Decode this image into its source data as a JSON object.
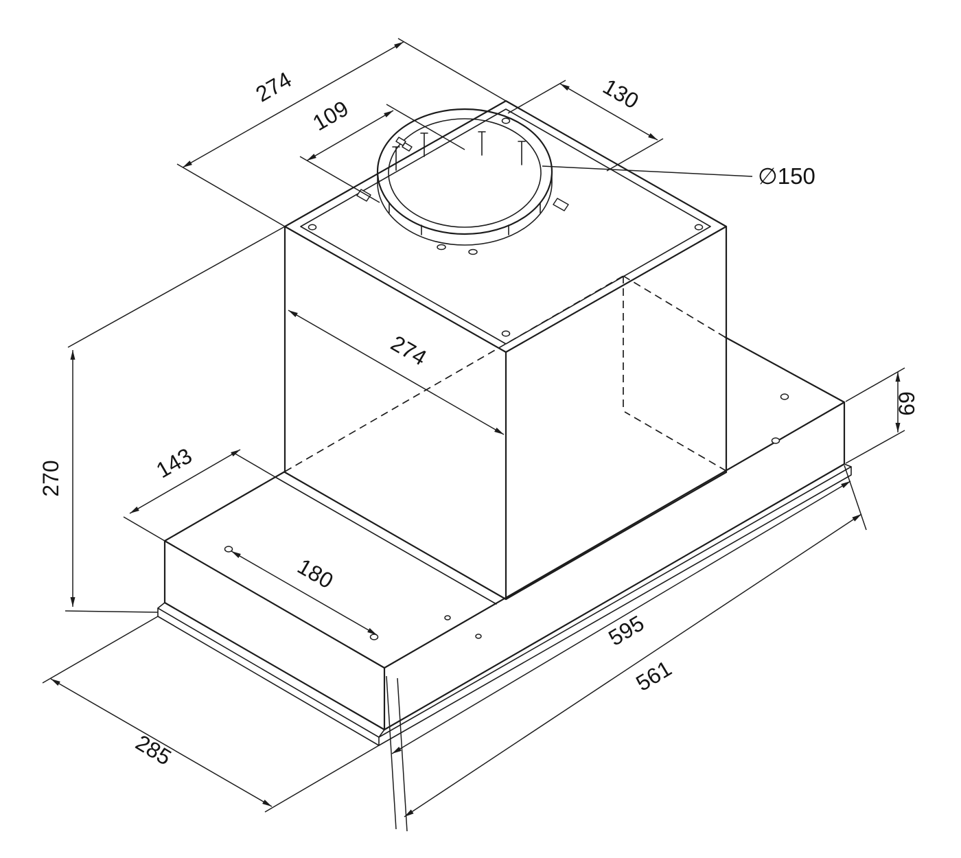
{
  "page": {
    "background": "#ffffff"
  },
  "diagram": {
    "type": "isometric-technical-drawing",
    "subject": "built-in cooker hood dimensional drawing",
    "units": "mm",
    "line_color": "#1c1c1c",
    "dimensions": {
      "top_depth": "274",
      "duct_offset_left": "109",
      "duct_offset_right": "130",
      "duct_diameter": "∅150",
      "body_width": "274",
      "total_height": "270",
      "front_depth": "143",
      "hole_spacing": "180",
      "outer_width": "595",
      "body_length": "561",
      "base_depth": "285",
      "base_height": "69"
    }
  }
}
